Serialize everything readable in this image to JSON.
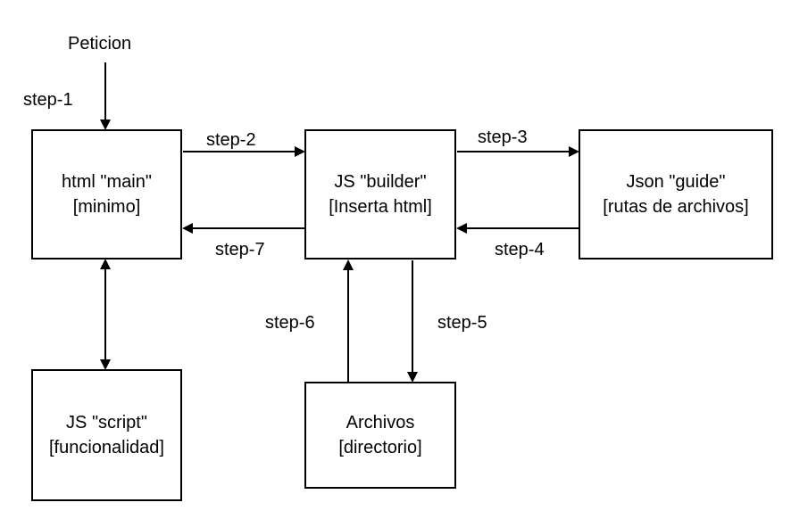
{
  "request_label": "Peticion",
  "boxes": {
    "html_main": {
      "title": "html \"main\"",
      "subtitle": "[minimo]"
    },
    "js_builder": {
      "title": "JS \"builder\"",
      "subtitle": "[Inserta html]"
    },
    "json_guide": {
      "title": "Json \"guide\"",
      "subtitle": "[rutas de archivos]"
    },
    "js_script": {
      "title": "JS \"script\"",
      "subtitle": "[funcionalidad]"
    },
    "archivos": {
      "title": "Archivos",
      "subtitle": "[directorio]"
    }
  },
  "steps": {
    "step1": "step-1",
    "step2": "step-2",
    "step3": "step-3",
    "step4": "step-4",
    "step5": "step-5",
    "step6": "step-6",
    "step7": "step-7"
  }
}
